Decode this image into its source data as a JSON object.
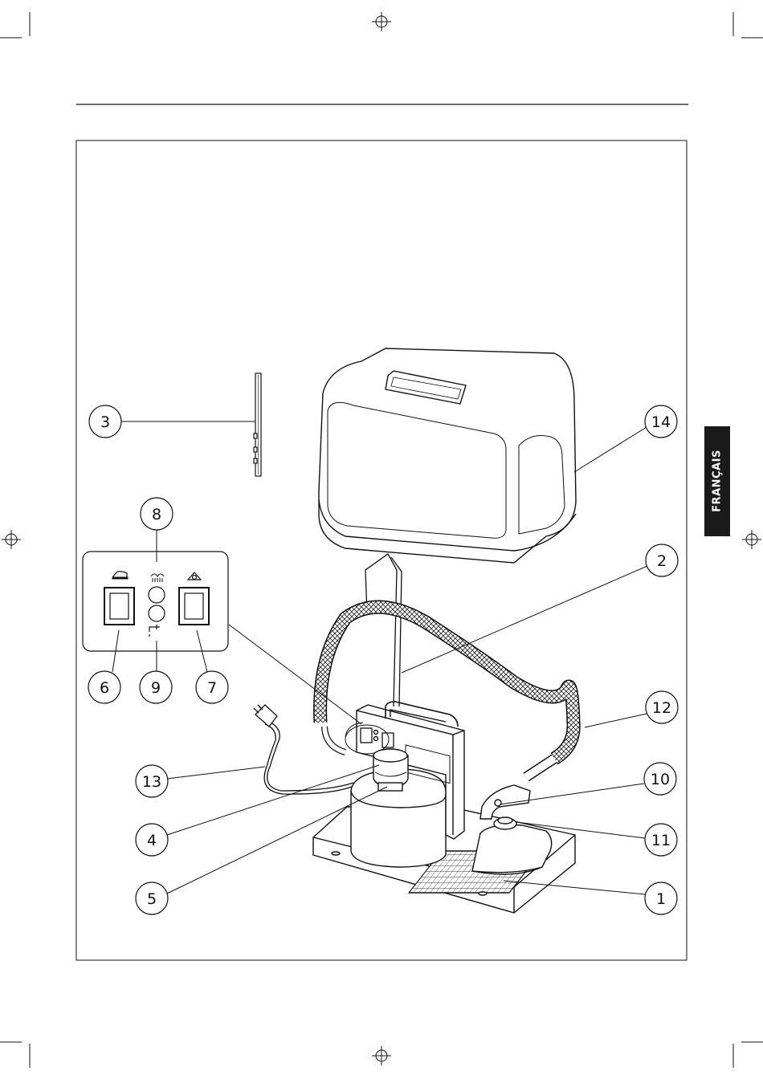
{
  "page": {
    "language_tab": "FRANÇAIS"
  },
  "control_panel": {
    "icons": {
      "iron": "iron-icon",
      "steam": "steam-indicator-icon",
      "tank": "water-tap-icon",
      "boiler": "boiler-icon"
    }
  },
  "callouts": [
    {
      "id": "c1",
      "label": "1"
    },
    {
      "id": "c2",
      "label": "2"
    },
    {
      "id": "c3",
      "label": "3"
    },
    {
      "id": "c4",
      "label": "4"
    },
    {
      "id": "c5",
      "label": "5"
    },
    {
      "id": "c6",
      "label": "6"
    },
    {
      "id": "c7",
      "label": "7"
    },
    {
      "id": "c8",
      "label": "8"
    },
    {
      "id": "c9",
      "label": "9"
    },
    {
      "id": "c10",
      "label": "10"
    },
    {
      "id": "c11",
      "label": "11"
    },
    {
      "id": "c12",
      "label": "12"
    },
    {
      "id": "c13",
      "label": "13"
    },
    {
      "id": "c14",
      "label": "14"
    }
  ],
  "colors": {
    "line": "#1a1a1a",
    "tab_bg": "#1a1a1a",
    "tab_text": "#ffffff"
  }
}
